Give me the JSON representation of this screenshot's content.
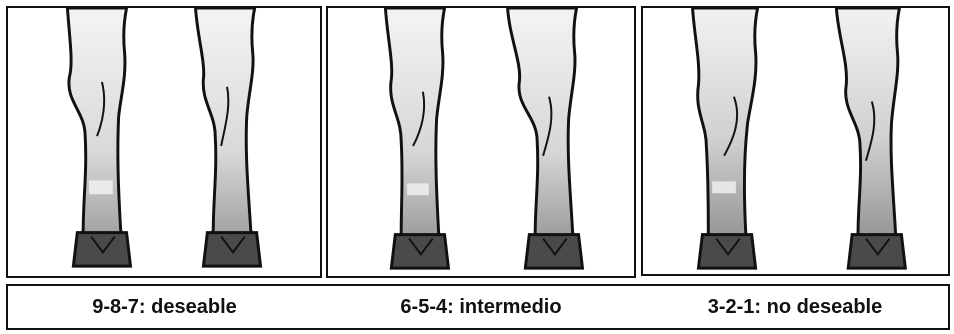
{
  "captions": {
    "desirable": "9-8-7: deseable",
    "intermediate": "6-5-4: intermedio",
    "undesirable": "3-2-1: no deseable"
  }
}
